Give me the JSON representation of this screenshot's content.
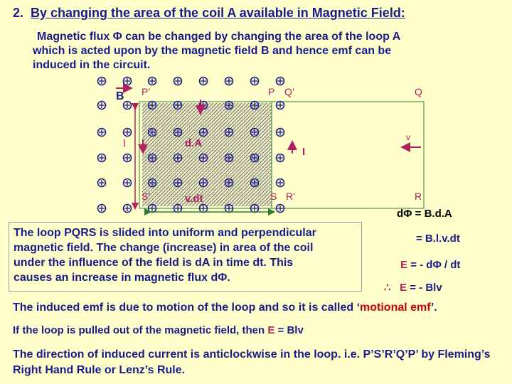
{
  "heading": {
    "number": "2.",
    "text": "By changing the area of the coil A available in Magnetic Field:"
  },
  "intro": {
    "line1": "Magnetic flux Φ can be changed by changing the area of the loop A",
    "line2": "which is acted upon by the magnetic field B and hence emf can be",
    "line3": "induced in the circuit."
  },
  "diagram": {
    "label_B": "B",
    "label_P_prime": "P’",
    "label_P": "P",
    "label_Q_prime": "Q’",
    "label_Q": "Q",
    "label_l_left": "l",
    "label_dA": "d.A",
    "label_I": "I",
    "label_v": "v",
    "label_S_prime": "S’",
    "label_vdt": "v.dt",
    "label_S": "S",
    "label_R_prime": "R’",
    "label_R": "R",
    "field_symbol": "cross-in-circle",
    "colors": {
      "field": "#1a1a8c",
      "arrow": "#b2205f",
      "hatch": "#6b6b6b",
      "loop": "#2e7d32"
    }
  },
  "box_text": {
    "line1": "The loop PQRS is slided into uniform and perpendicular",
    "line2": "magnetic field.  The change (increase) in area of the coil",
    "line3": "under the influence of the field is dA in time dt. This",
    "line4": "causes an increase in magnetic flux dΦ."
  },
  "equations": {
    "eq1": "dΦ = B.d.A",
    "eq2": "= B.l.v.dt",
    "eq3_symbol": "E",
    "eq3": "= - dΦ / dt",
    "therefore": "∴",
    "eq4_symbol": "E",
    "eq4": "= - Blv"
  },
  "conclusion": {
    "line1_pre": "The induced emf is due to motion of the loop and so it is called ‘",
    "line1_red": "motional emf",
    "line1_post": "’.",
    "line2_pre": "If the loop is pulled out of the magnetic field, then",
    "line2_symbol": "E",
    "line2_post": "=  Blv",
    "line3": "The direction of induced current is anticlockwise in the loop. i.e. P’S’R’Q’P’ by Fleming’s Right Hand Rule or Lenz’s Rule."
  }
}
